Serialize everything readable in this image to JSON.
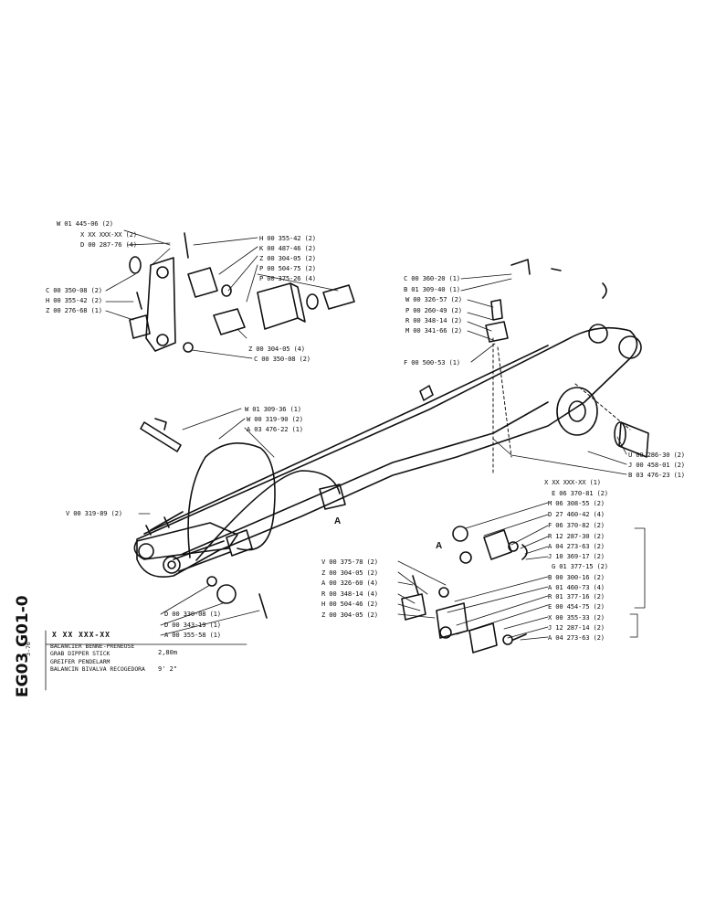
{
  "document": {
    "code": "EG03 G01-0",
    "date_mark": "3-76",
    "reference_pattern": "X  XX  XXX-XX",
    "descriptions": [
      "BALANCIER BENNE-PRENEUSE",
      "GRAB DIPPER STICK",
      "GREIFER PENDELARM",
      "BALANCIN BIVALVA RECOGEDORA"
    ],
    "length_metric": "2,80m",
    "length_imperial": "9' 2\""
  },
  "markers": [
    "A",
    "A"
  ],
  "parts_top_left": [
    "W 01 445-06 (2)",
    "X XX XXX-XX (2)",
    "D 00 287-76 (4)",
    "C 00 350-08 (2)",
    "H 00 355-42 (2)",
    "Z 00 276-68 (1)"
  ],
  "parts_top_center": [
    "H 00 355-42 (2)",
    "K 00 487-46 (2)",
    "Z 00 304-05 (2)",
    "P 00 504-75 (2)",
    "P 00 375-26 (4)",
    "Z 00 304-05 (4)",
    "C 00 350-08 (2)"
  ],
  "parts_top_right": [
    "C 00 360-20 (1)",
    "B 01 309-40 (1)",
    "W 00 326-57 (2)",
    "P 00 260-49 (2)",
    "R 00 348-14 (2)",
    "M 00 341-66 (2)",
    "F 00 500-53 (1)"
  ],
  "parts_hose": [
    "W 01 309-36 (1)",
    "W 00 319-90 (2)",
    "A 03 476-22 (1)"
  ],
  "parts_right_pivot": [
    "U 00 286-30 (2)",
    "J 00 458-01 (2)",
    "B 03 476-23 (1)",
    "X XX XXX-XX (1)",
    "E 06 370-81 (2)"
  ],
  "parts_left_lower": [
    "V 00 319-89 (2)",
    "D 00 330-08 (1)",
    "D 00 343-19 (1)",
    "A 00 355-58 (1)"
  ],
  "parts_right_upper": [
    "M 06 308-55 (2)",
    "D 27 460-42 (4)",
    "F 06 370-82 (2)",
    "R 12 287-30 (2)",
    "A 04 273-63 (2)",
    "J 10 369-17 (2)",
    "G 01 377-15 (2)"
  ],
  "parts_center_lower": [
    "V 00 375-78 (2)",
    "Z 00 304-05 (2)",
    "A 00 326-60 (4)",
    "R 00 348-14 (4)",
    "H 00 504-46 (2)",
    "Z 00 304-05 (2)"
  ],
  "parts_right_lower": [
    "B 00 300-16 (2)",
    "A 01 460-73 (4)",
    "R 01 377-16 (2)",
    "E 00 454-75 (2)",
    "X 00 355-33 (2)",
    "J 12 287-14 (2)",
    "A 04 273-63 (2)"
  ]
}
